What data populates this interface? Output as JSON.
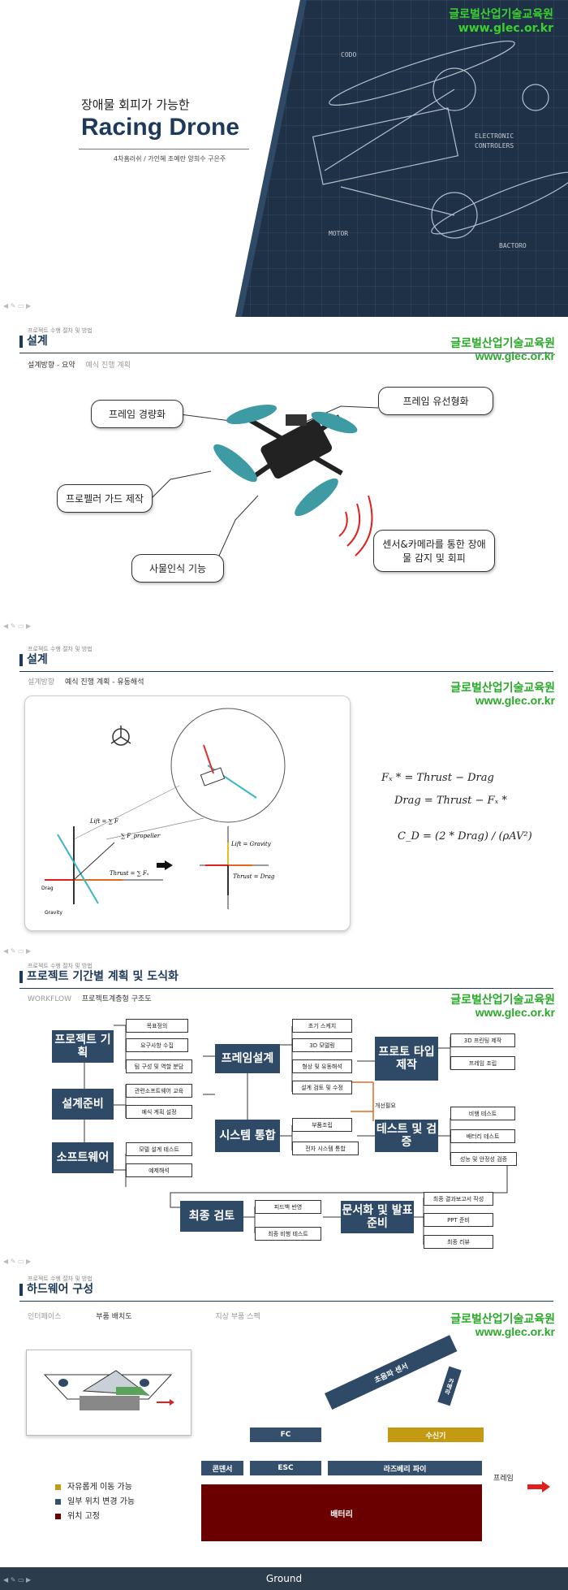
{
  "logo": {
    "name": "글로벌산업기술교육원",
    "url": "www.glec.or.kr"
  },
  "cover": {
    "subtitle": "장애물 회피가 가능한",
    "title": "Racing Drone",
    "authors": "4차홈러쉬 / 가인혜 조예란 양희수 구은주"
  },
  "slide2": {
    "section_label": "프로젝트 수행 절차 및 방법",
    "title": "설계",
    "nav": [
      "설계방향 - 요약",
      "예식 진행 계획"
    ],
    "callouts": [
      "프레임 경량화",
      "프레임 유선형화",
      "프로펠러 가드 제작",
      "사물인식 기능",
      "센서&카메라를 통한 장애물 감지 및 회피"
    ]
  },
  "slide3": {
    "section_label": "프로젝트 수행 절차 및 방법",
    "title": "설계",
    "nav": [
      "설계방향",
      "예식 진행 계획 - 유동해석"
    ],
    "equations": [
      "Fₓ * = Thrust − Drag",
      "Drag = Thrust − Fₓ *",
      "C_D = (2 * Drag) / (ρAV²)"
    ],
    "fig_labels": {
      "lift_sum": "Lift = ∑ F",
      "thrust_sum": "Thrust = ∑ Fₓ",
      "drag": "Drag",
      "gravity": "Gravity",
      "lift_g": "Lift = Gravity",
      "thrust_drag": "Thrust = Drag",
      "f_propeller": "∑ F_propeller"
    }
  },
  "slide4": {
    "section_label": "프로젝트 수행 절차 및 방법",
    "title": "프로젝트 기간별 계획 및 도식화",
    "nav": [
      "WORKFLOW",
      "프로젝트계층형 구조도"
    ],
    "main_boxes": [
      "프로젝트 기획",
      "설계준비",
      "소프트웨어",
      "프레임설계",
      "시스템 통합",
      "프로토 타입 제작",
      "테스트 및 검증",
      "최종 검토",
      "문서화 및 발표준비"
    ],
    "sub_boxes": {
      "plan": [
        "목표정의",
        "요구사항 수집",
        "팀 구성 및 역할 분담"
      ],
      "prep": [
        "관련소프트웨어 교육",
        "예식 계획 설정"
      ],
      "sw": [
        "모델 설계 테스트",
        "예제해석"
      ],
      "frame": [
        "초기 스케치",
        "3D 모델링",
        "형상 및 유동해석",
        "설계 검토 및 수정"
      ],
      "sys": [
        "부품조립",
        "전자 시스템 통합"
      ],
      "proto": [
        "3D 프린팅 제작",
        "프레임 조립"
      ],
      "test": [
        "비행 테스트",
        "배터리 테스트",
        "성능 및 안정성 검증"
      ],
      "review": [
        "피드백 반영",
        "최종 비행 테스트"
      ],
      "docs": [
        "최종 결과보고서 작성",
        "PPT 준비",
        "최종 리뷰"
      ]
    },
    "improve_label": "개선필요"
  },
  "slide5": {
    "section_label": "프로젝트 수행 절차 및 방법",
    "title": "하드웨어 구성",
    "nav": [
      "인터페이스",
      "부품 배치도",
      "지상 부품 스펙"
    ],
    "parts": {
      "ultrasonic": "초음파 센서",
      "camera": "카메라",
      "fc": "FC",
      "receiver": "수신기",
      "mount": "콘덴서",
      "esc": "ESC",
      "rpi": "라즈베리 파이",
      "battery": "배터리"
    },
    "forward_label": "프레임",
    "ground_label": "Ground",
    "legend": [
      {
        "label": "자유롭게 이동 가능",
        "color": "#c49a12"
      },
      {
        "label": "일부 위치 변경 가능",
        "color": "#34506c"
      },
      {
        "label": "위치 고정",
        "color": "#6b0000"
      }
    ]
  }
}
